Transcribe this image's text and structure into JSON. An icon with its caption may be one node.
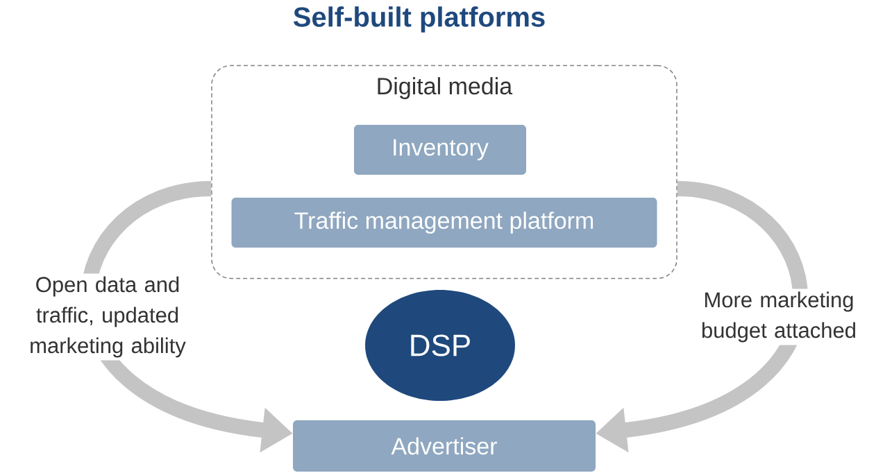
{
  "diagram": {
    "title": "Self-built platforms",
    "nodes": [
      {
        "text": [
          "Digital media"
        ]
      },
      {
        "text": [
          "Inventory"
        ],
        "in": 0
      },
      {
        "text": [
          "Traffic management platform"
        ],
        "in": 0
      },
      {
        "text": [
          "DSP"
        ]
      },
      {
        "text": [
          "Advertiser"
        ]
      }
    ],
    "edges": [
      {
        "from": 0,
        "to": 4,
        "arrow": "to",
        "label": "Open data and traffic, updated marketing ability"
      },
      {
        "from": 0,
        "to": 4,
        "arrow": "to",
        "label": "More marketing budget attached"
      }
    ]
  }
}
